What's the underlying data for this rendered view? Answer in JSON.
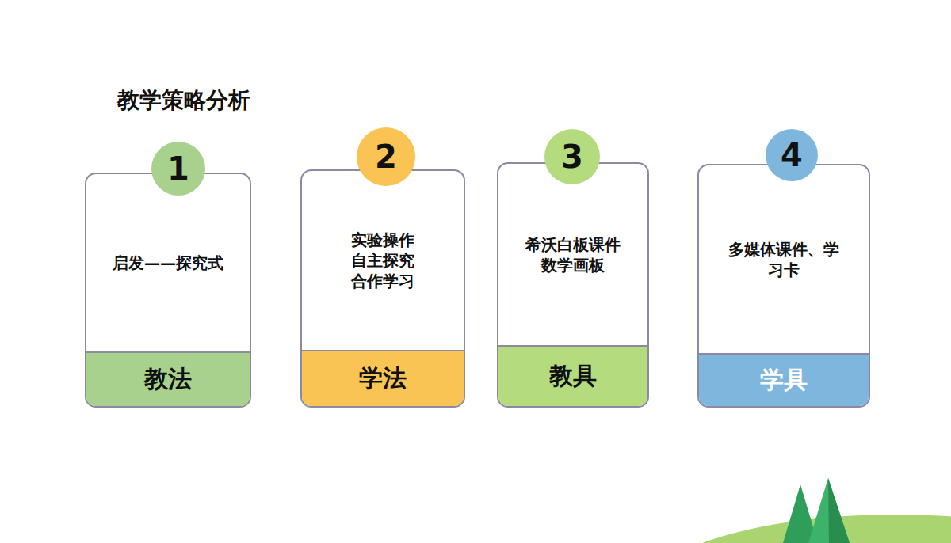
{
  "diagram": {
    "title": "教学策略分析",
    "nodes": [
      {
        "text": [
          "启发——探究式"
        ]
      },
      {
        "text": [
          "1"
        ],
        "in": 0
      },
      {
        "text": [
          "教法"
        ],
        "in": 0
      },
      {
        "text": [
          "实验操作 自主探究 合作学习"
        ]
      },
      {
        "text": [
          "2"
        ],
        "in": 3
      },
      {
        "text": [
          "学法"
        ],
        "in": 3
      },
      {
        "text": [
          "希沃白板课件 数学画板"
        ]
      },
      {
        "text": [
          "3"
        ],
        "in": 6
      },
      {
        "text": [
          "教具"
        ],
        "in": 6
      },
      {
        "text": [
          "多媒体课件、学习卡"
        ]
      },
      {
        "text": [
          "4"
        ],
        "in": 9
      },
      {
        "text": [
          "学具"
        ],
        "in": 9
      }
    ]
  }
}
